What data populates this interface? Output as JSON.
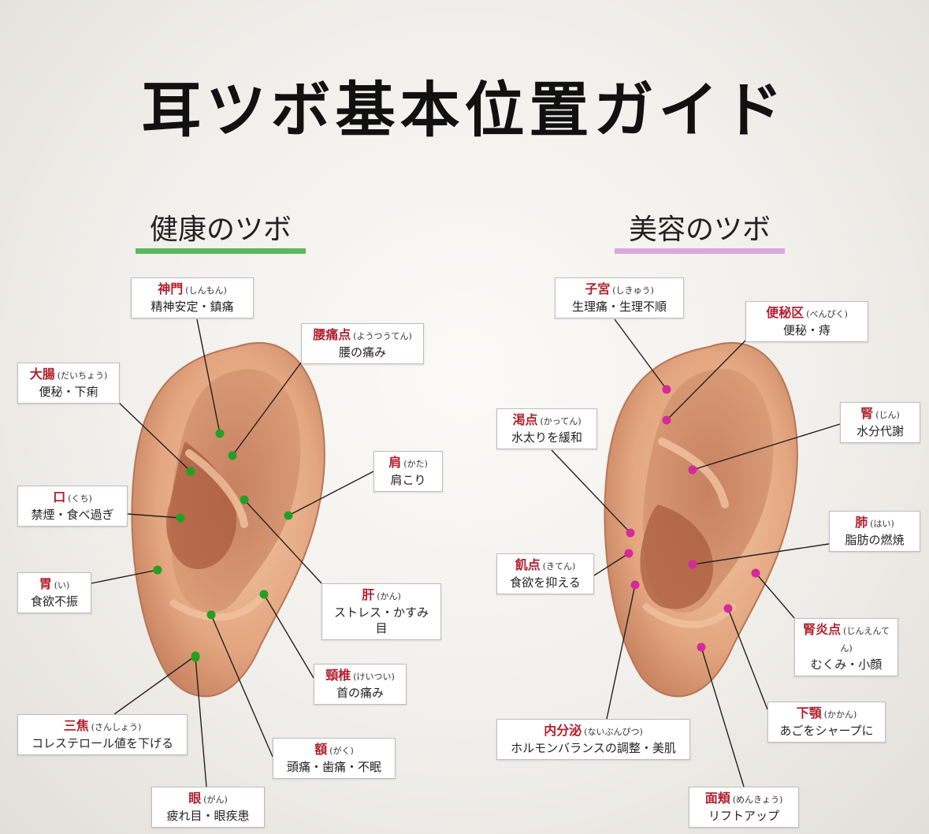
{
  "title": "耳ツボ基本位置ガイド",
  "sections": {
    "health": "健康のツボ",
    "beauty": "美容のツボ"
  },
  "colors": {
    "health_dot": "#22a022",
    "beauty_dot": "#d42a9a",
    "health_bar": "#5cb85c",
    "beauty_bar": "#d9a7dd",
    "label_name": "#b21f2d"
  },
  "health_points": [
    {
      "name": "神門",
      "reading": "(しんもん)",
      "effect": "精神安定・鎮痛"
    },
    {
      "name": "腰痛点",
      "reading": "(ようつうてん)",
      "effect": "腰の痛み"
    },
    {
      "name": "大腸",
      "reading": "(だいちょう)",
      "effect": "便秘・下痢"
    },
    {
      "name": "肩",
      "reading": "(かた)",
      "effect": "肩こり"
    },
    {
      "name": "口",
      "reading": "(くち)",
      "effect": "禁煙・食べ過ぎ"
    },
    {
      "name": "胃",
      "reading": "(い)",
      "effect": "食欲不振"
    },
    {
      "name": "肝",
      "reading": "(かん)",
      "effect": "ストレス・かすみ目"
    },
    {
      "name": "頸椎",
      "reading": "(けいつい)",
      "effect": "首の痛み"
    },
    {
      "name": "三焦",
      "reading": "(さんしょう)",
      "effect": "コレステロール値を下げる"
    },
    {
      "name": "額",
      "reading": "(がく)",
      "effect": "頭痛・歯痛・不眠"
    },
    {
      "name": "眼",
      "reading": "(がん)",
      "effect": "疲れ目・眼疾患"
    }
  ],
  "beauty_points": [
    {
      "name": "子宮",
      "reading": "(しきゅう)",
      "effect": "生理痛・生理不順"
    },
    {
      "name": "便秘区",
      "reading": "(べんぴく)",
      "effect": "便秘・痔"
    },
    {
      "name": "渇点",
      "reading": "(かってん)",
      "effect": "水太りを緩和"
    },
    {
      "name": "腎",
      "reading": "(じん)",
      "effect": "水分代謝"
    },
    {
      "name": "肺",
      "reading": "(はい)",
      "effect": "脂肪の燃焼"
    },
    {
      "name": "飢点",
      "reading": "(きてん)",
      "effect": "食欲を抑える"
    },
    {
      "name": "腎炎点",
      "reading": "(じんえんてん)",
      "effect": "むくみ・小顔"
    },
    {
      "name": "下顎",
      "reading": "(かかん)",
      "effect": "あごをシャープに"
    },
    {
      "name": "内分泌",
      "reading": "(ないぶんぴつ)",
      "effect": "ホルモンバランスの調整・美肌"
    },
    {
      "name": "面頬",
      "reading": "(めんきょう)",
      "effect": "リフトアップ"
    }
  ]
}
